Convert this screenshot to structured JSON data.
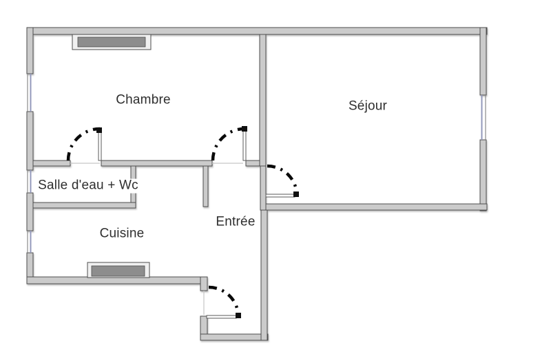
{
  "rooms": {
    "chambre": {
      "label": "Chambre"
    },
    "sejour": {
      "label": "Séjour"
    },
    "salle_deau_wc": {
      "label": "Salle d'eau + Wc"
    },
    "cuisine": {
      "label": "Cuisine"
    },
    "entree": {
      "label": "Entrée"
    }
  },
  "colors": {
    "background": "#ffffff",
    "wall_fill": "#cbcbcb",
    "wall_outline": "#4d4d4d",
    "window_glass": "#9399bb",
    "door_swing": "#0a0a0a",
    "radiator_fill": "#8d8d8d",
    "label_text": "#2e2e2e"
  }
}
